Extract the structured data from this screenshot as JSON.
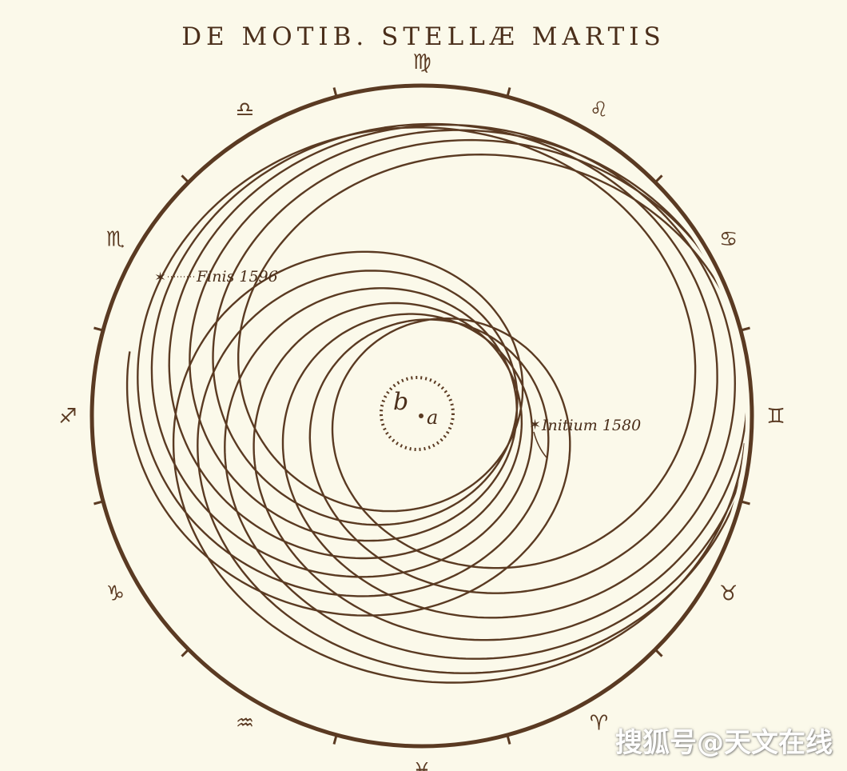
{
  "title": "DE MOTIB. STELLÆ MARTIS",
  "zodiac_signs": [
    {
      "name": "leo-sign",
      "symbol": "♌"
    },
    {
      "name": "cancer-sign",
      "symbol": "♋"
    },
    {
      "name": "gemini-sign",
      "symbol": "♊"
    },
    {
      "name": "taurus-sign",
      "symbol": "♉"
    },
    {
      "name": "aries-sign",
      "symbol": "♈"
    },
    {
      "name": "pisces-sign",
      "symbol": "♓"
    },
    {
      "name": "aquarius-sign",
      "symbol": "♒"
    },
    {
      "name": "capricorn-sign",
      "symbol": "♑"
    },
    {
      "name": "sagittarius-sign",
      "symbol": "♐"
    },
    {
      "name": "scorpio-sign",
      "symbol": "♏"
    },
    {
      "name": "libra-sign",
      "symbol": "♎"
    },
    {
      "name": "virgo-sign",
      "symbol": "♍"
    }
  ],
  "annotations": {
    "finis": "Finis 1596",
    "initium": "Initium 1580"
  },
  "center_labels": {
    "b": "b",
    "a": "a"
  },
  "colors": {
    "ink": "#5a3a22",
    "paper": "#fbf9ea"
  },
  "watermark": "搜狐号@天文在线"
}
